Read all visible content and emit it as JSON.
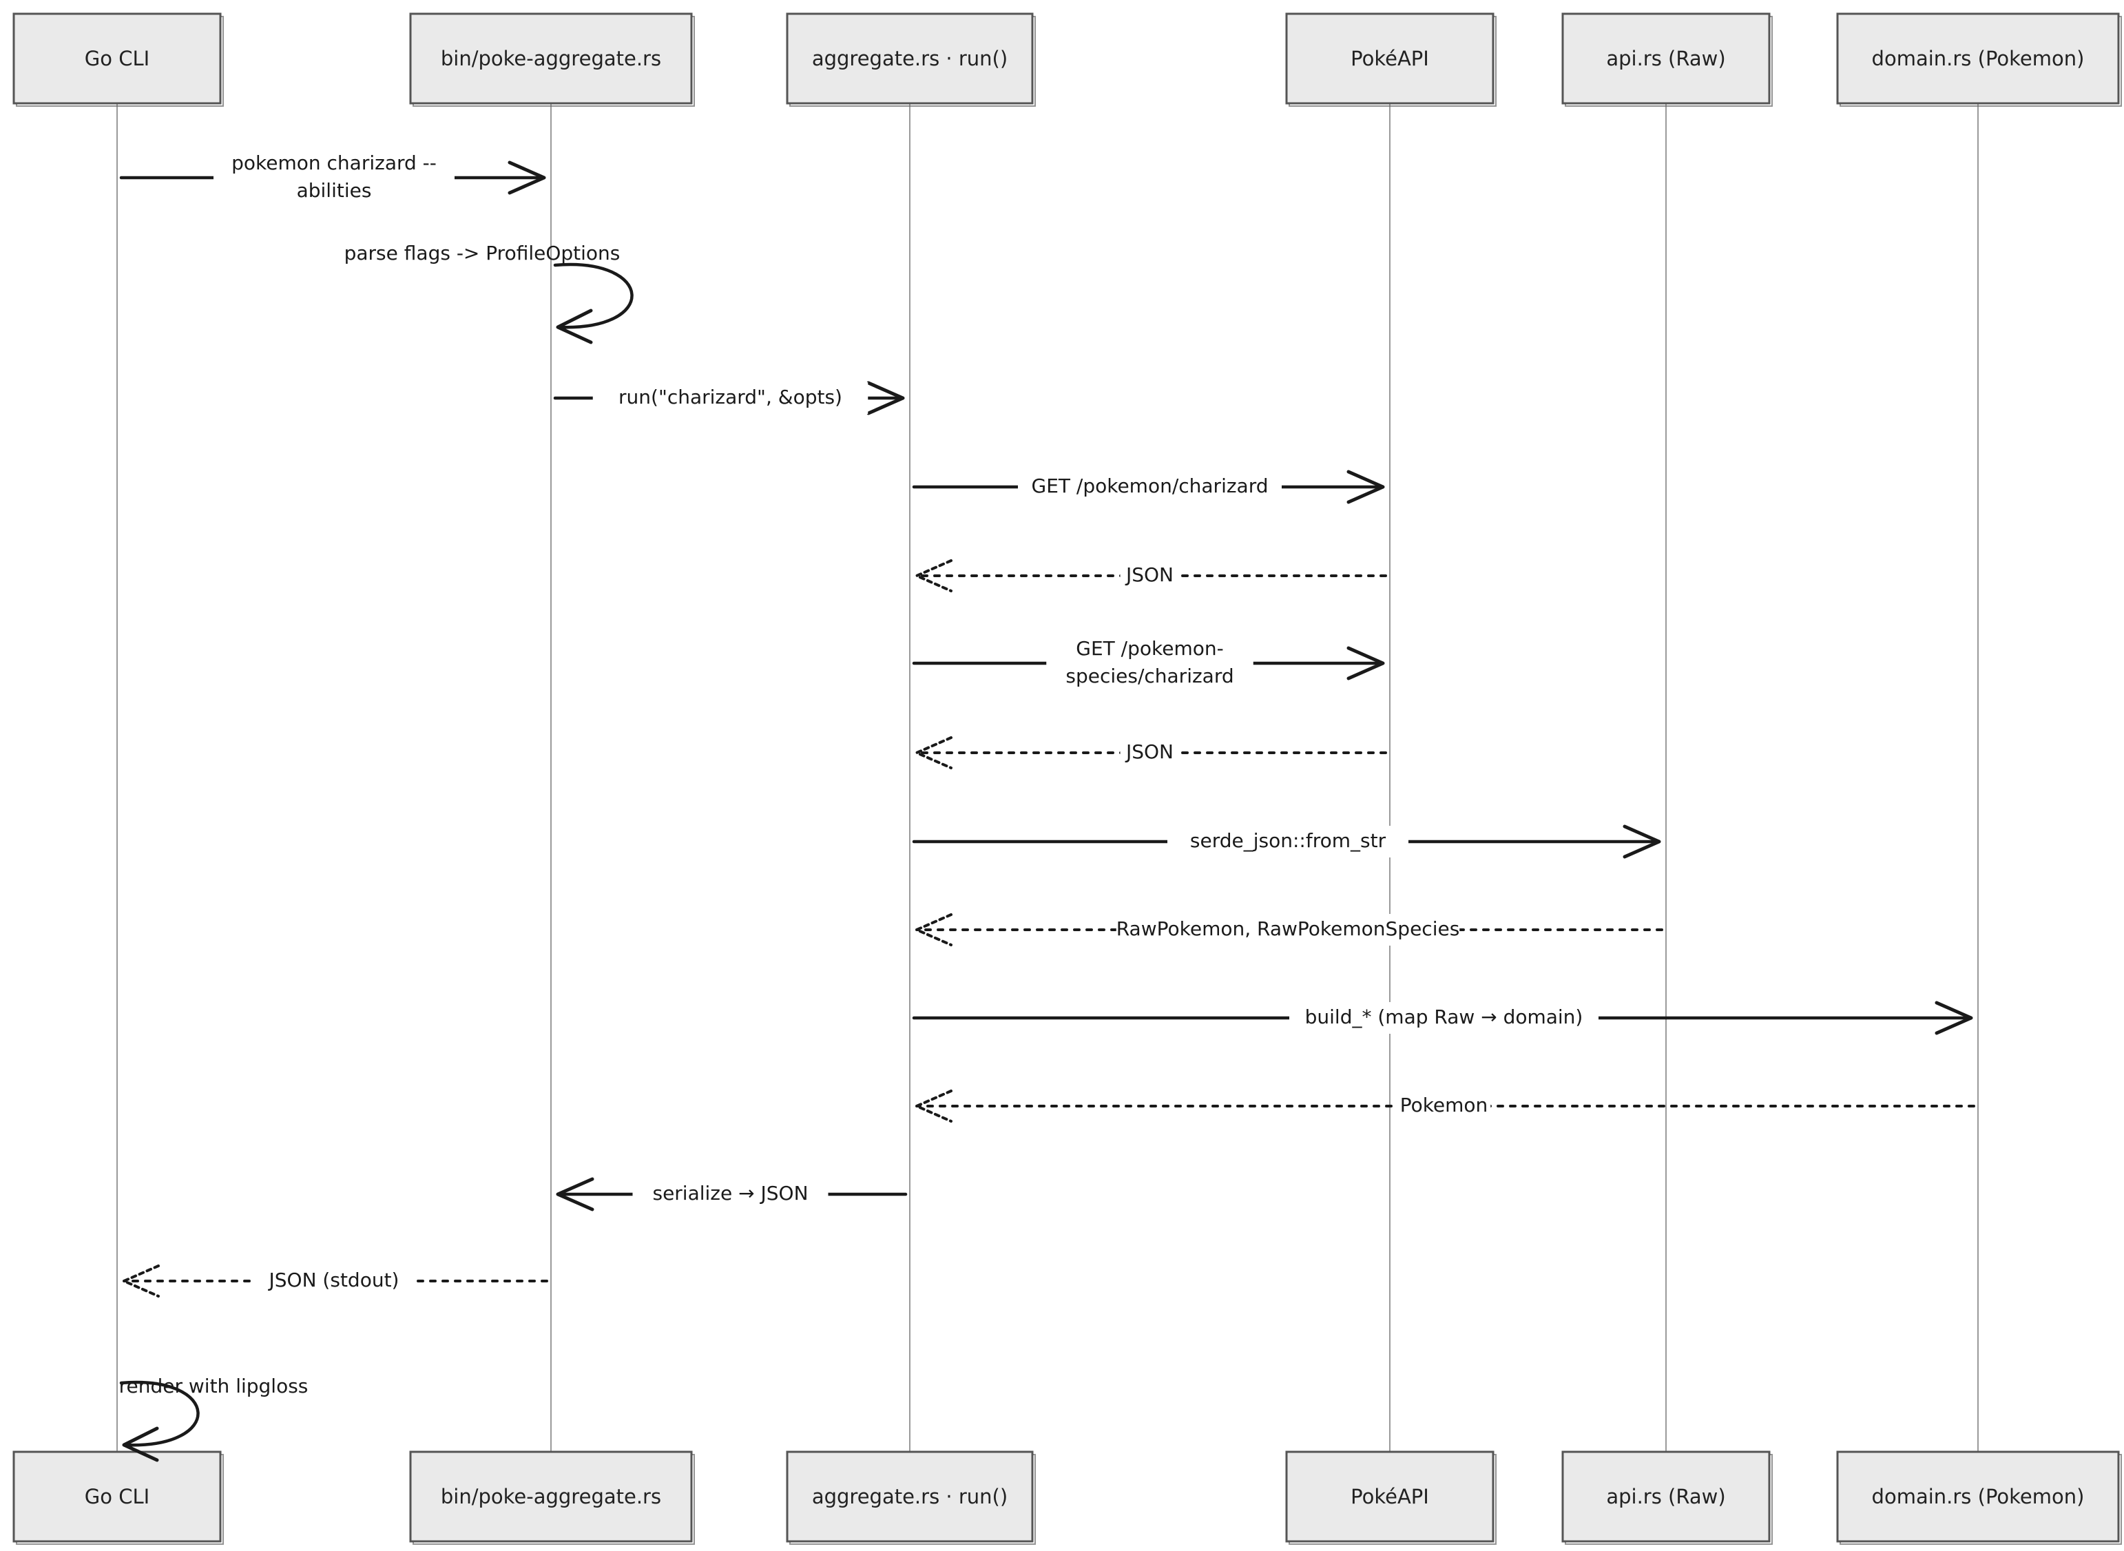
{
  "participants": [
    {
      "id": "go_cli",
      "label": "Go CLI"
    },
    {
      "id": "bin",
      "label": "bin/poke-aggregate.rs"
    },
    {
      "id": "aggregate",
      "label": "aggregate.rs · run()"
    },
    {
      "id": "pokeapi",
      "label": "PokéAPI"
    },
    {
      "id": "api",
      "label": "api.rs (Raw)"
    },
    {
      "id": "domain",
      "label": "domain.rs (Pokemon)"
    }
  ],
  "messages": [
    {
      "from": "go_cli",
      "to": "bin",
      "lines": [
        "pokemon charizard --",
        "abilities"
      ],
      "style": "solid"
    },
    {
      "from": "bin",
      "to": "bin",
      "lines": [
        "parse flags -> ProfileOptions"
      ],
      "style": "self"
    },
    {
      "from": "bin",
      "to": "aggregate",
      "lines": [
        "run(\"charizard\", &opts)"
      ],
      "style": "solid"
    },
    {
      "from": "aggregate",
      "to": "pokeapi",
      "lines": [
        "GET /pokemon/charizard"
      ],
      "style": "solid"
    },
    {
      "from": "pokeapi",
      "to": "aggregate",
      "lines": [
        "JSON"
      ],
      "style": "dashed"
    },
    {
      "from": "aggregate",
      "to": "pokeapi",
      "lines": [
        "GET /pokemon-",
        "species/charizard"
      ],
      "style": "solid"
    },
    {
      "from": "pokeapi",
      "to": "aggregate",
      "lines": [
        "JSON"
      ],
      "style": "dashed"
    },
    {
      "from": "aggregate",
      "to": "api",
      "lines": [
        "serde_json::from_str"
      ],
      "style": "solid"
    },
    {
      "from": "api",
      "to": "aggregate",
      "lines": [
        "RawPokemon, RawPokemonSpecies"
      ],
      "style": "dashed"
    },
    {
      "from": "aggregate",
      "to": "domain",
      "lines": [
        "build_* (map Raw → domain)"
      ],
      "style": "solid"
    },
    {
      "from": "domain",
      "to": "aggregate",
      "lines": [
        "Pokemon"
      ],
      "style": "dashed"
    },
    {
      "from": "aggregate",
      "to": "bin",
      "lines": [
        "serialize → JSON"
      ],
      "style": "solid"
    },
    {
      "from": "bin",
      "to": "go_cli",
      "lines": [
        "JSON (stdout)"
      ],
      "style": "dashed"
    },
    {
      "from": "go_cli",
      "to": "go_cli",
      "lines": [
        "render with lipgloss"
      ],
      "style": "self"
    }
  ]
}
